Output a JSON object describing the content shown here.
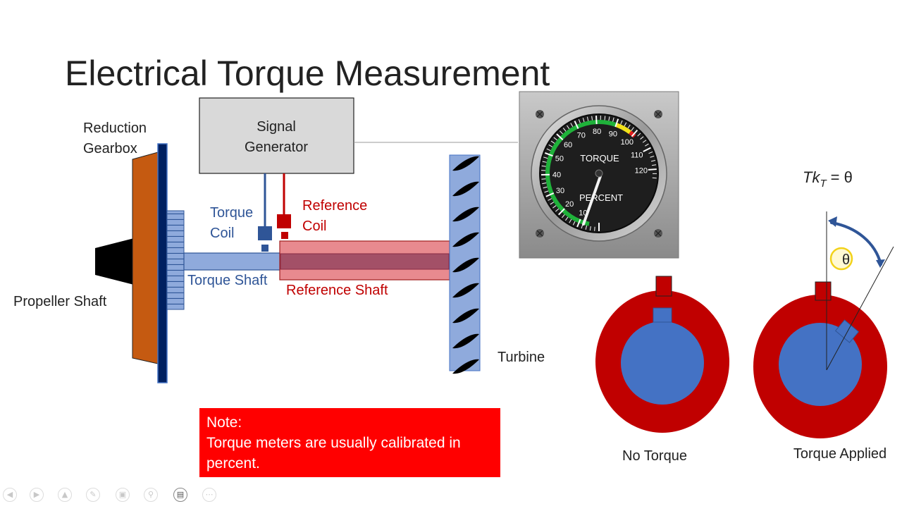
{
  "title": "Electrical Torque Measurement",
  "labels": {
    "signal_generator_1": "Signal",
    "signal_generator_2": "Generator",
    "reduction_gearbox_1": "Reduction",
    "reduction_gearbox_2": "Gearbox",
    "torque_coil_1": "Torque",
    "torque_coil_2": "Coil",
    "reference_coil_1": "Reference",
    "reference_coil_2": "Coil",
    "torque_shaft": "Torque Shaft",
    "reference_shaft": "Reference Shaft",
    "propeller_shaft": "Propeller Shaft",
    "turbine": "Turbine",
    "no_torque": "No Torque",
    "torque_applied": "Torque Applied",
    "theta": "θ"
  },
  "formula": {
    "base": "Tk",
    "subscript": "T",
    "rhs": "= θ"
  },
  "gauge": {
    "top_label": "TORQUE",
    "bottom_label": "PERCENT",
    "min": 0,
    "max": 130,
    "needle_value": 0,
    "tick_labels": [
      "10",
      "20",
      "30",
      "40",
      "50",
      "60",
      "70",
      "80",
      "90",
      "100",
      "110",
      "120"
    ],
    "bands": [
      {
        "from": 5,
        "to": 90,
        "color": "#1fb23a"
      },
      {
        "from": 90,
        "to": 98,
        "color": "#f2e21a"
      },
      {
        "from": 98,
        "to": 101,
        "color": "#e01e1e"
      }
    ]
  },
  "note": {
    "heading": "Note:",
    "line1": "Torque meters are usually calibrated in",
    "line2": "percent."
  },
  "colors": {
    "torque_blue": "#2f5597",
    "reference_red": "#c00000",
    "gearbox_orange": "#c55a11",
    "shaft_blue": "#8faadc",
    "disc_red": "#c00000",
    "disc_blue": "#4472c4",
    "note_red": "#ff0000"
  },
  "toolbar": {
    "icons": [
      "prev-icon",
      "next-icon",
      "pointer-icon",
      "pen-icon",
      "slides-icon",
      "zoom-icon",
      "subtitles-icon",
      "more-icon"
    ]
  }
}
